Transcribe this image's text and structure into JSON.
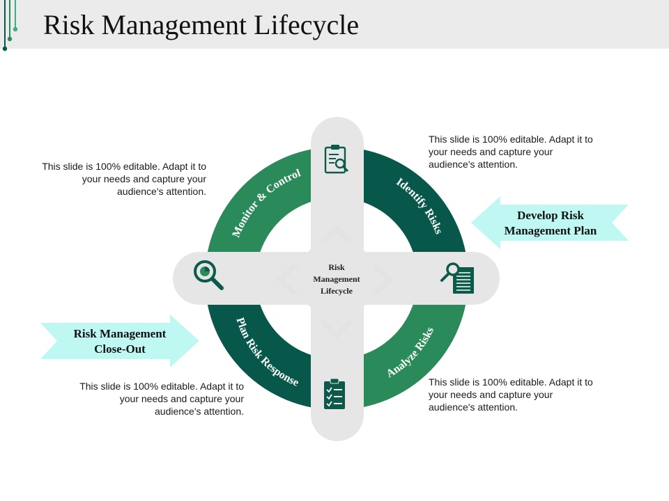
{
  "slide": {
    "title": "Risk Management Lifecycle"
  },
  "center": {
    "label_line1": "Risk",
    "label_line2": "Management",
    "label_line3": "Lifecycle"
  },
  "segments": [
    {
      "id": "monitor",
      "label": "Monitor & Control",
      "color": "#2b8a5a",
      "icon": "magnifier-chart-icon"
    },
    {
      "id": "identify",
      "label": "Identify Risks",
      "color": "#07584a",
      "icon": "clipboard-search-icon"
    },
    {
      "id": "analyze",
      "label": "Analyze Risks",
      "color": "#2b8a5a",
      "icon": "document-search-icon"
    },
    {
      "id": "plan",
      "label": "Plan Risk Response",
      "color": "#07584a",
      "icon": "checklist-icon"
    }
  ],
  "callouts": {
    "develop_line1": "Develop Risk",
    "develop_line2": "Management Plan",
    "closeout_line1": "Risk Management",
    "closeout_line2": "Close-Out",
    "color": "#bff7f3"
  },
  "descriptions": {
    "top_left": "This slide is 100% editable. Adapt it to your needs and capture your audience's attention.",
    "top_right": "This slide is 100% editable. Adapt it to your needs and capture your audience's attention.",
    "bottom_left": "This slide is 100% editable. Adapt it to your needs and capture your audience's attention.",
    "bottom_right": "This slide is 100% editable. Adapt it to your needs and capture your audience's attention."
  }
}
